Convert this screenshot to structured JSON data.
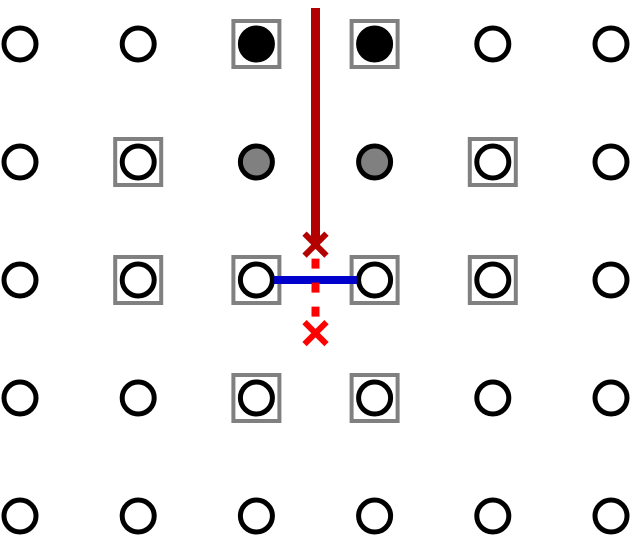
{
  "diagram": {
    "grid": {
      "rows": 5,
      "cols": 6
    },
    "colors": {
      "ring": "#000000",
      "filled_dark": "#000000",
      "filled_gray": "#808080",
      "box": "#808080",
      "red_line": "#b30000",
      "blue_line": "#0000cc",
      "cross_dark": "#b30000",
      "cross_bright": "#ff0000",
      "dotted": "#ff0000"
    },
    "nodes": [
      {
        "row": 0,
        "col": 0,
        "style": "open",
        "boxed": false
      },
      {
        "row": 0,
        "col": 1,
        "style": "open",
        "boxed": false
      },
      {
        "row": 0,
        "col": 2,
        "style": "filled-dark",
        "boxed": true
      },
      {
        "row": 0,
        "col": 3,
        "style": "filled-dark",
        "boxed": true
      },
      {
        "row": 0,
        "col": 4,
        "style": "open",
        "boxed": false
      },
      {
        "row": 0,
        "col": 5,
        "style": "open",
        "boxed": false
      },
      {
        "row": 1,
        "col": 0,
        "style": "open",
        "boxed": false
      },
      {
        "row": 1,
        "col": 1,
        "style": "open",
        "boxed": true
      },
      {
        "row": 1,
        "col": 2,
        "style": "filled-gray",
        "boxed": false
      },
      {
        "row": 1,
        "col": 3,
        "style": "filled-gray",
        "boxed": false
      },
      {
        "row": 1,
        "col": 4,
        "style": "open",
        "boxed": true
      },
      {
        "row": 1,
        "col": 5,
        "style": "open",
        "boxed": false
      },
      {
        "row": 2,
        "col": 0,
        "style": "open",
        "boxed": false
      },
      {
        "row": 2,
        "col": 1,
        "style": "open",
        "boxed": true
      },
      {
        "row": 2,
        "col": 2,
        "style": "open",
        "boxed": true
      },
      {
        "row": 2,
        "col": 3,
        "style": "open",
        "boxed": true
      },
      {
        "row": 2,
        "col": 4,
        "style": "open",
        "boxed": true
      },
      {
        "row": 2,
        "col": 5,
        "style": "open",
        "boxed": false
      },
      {
        "row": 3,
        "col": 0,
        "style": "open",
        "boxed": false
      },
      {
        "row": 3,
        "col": 1,
        "style": "open",
        "boxed": false
      },
      {
        "row": 3,
        "col": 2,
        "style": "open",
        "boxed": true
      },
      {
        "row": 3,
        "col": 3,
        "style": "open",
        "boxed": true
      },
      {
        "row": 3,
        "col": 4,
        "style": "open",
        "boxed": false
      },
      {
        "row": 3,
        "col": 5,
        "style": "open",
        "boxed": false
      },
      {
        "row": 4,
        "col": 0,
        "style": "open",
        "boxed": false
      },
      {
        "row": 4,
        "col": 1,
        "style": "open",
        "boxed": false
      },
      {
        "row": 4,
        "col": 2,
        "style": "open",
        "boxed": false
      },
      {
        "row": 4,
        "col": 3,
        "style": "open",
        "boxed": false
      },
      {
        "row": 4,
        "col": 4,
        "style": "open",
        "boxed": false
      },
      {
        "row": 4,
        "col": 5,
        "style": "open",
        "boxed": false
      }
    ],
    "red_path": {
      "from": {
        "row": 0,
        "col": 2.5
      },
      "to": {
        "row": 1.7,
        "col": 2.5
      }
    },
    "blue_segment": {
      "row": 2,
      "from_col": 2.15,
      "to_col": 2.85
    },
    "dotted_path": {
      "from": {
        "row": 1.7,
        "col": 2.5
      },
      "to": {
        "row": 2.45,
        "col": 2.5
      }
    },
    "crosses": [
      {
        "row": 1.7,
        "col": 2.5,
        "tone": "dark"
      },
      {
        "row": 2.45,
        "col": 2.5,
        "tone": "bright"
      }
    ]
  }
}
